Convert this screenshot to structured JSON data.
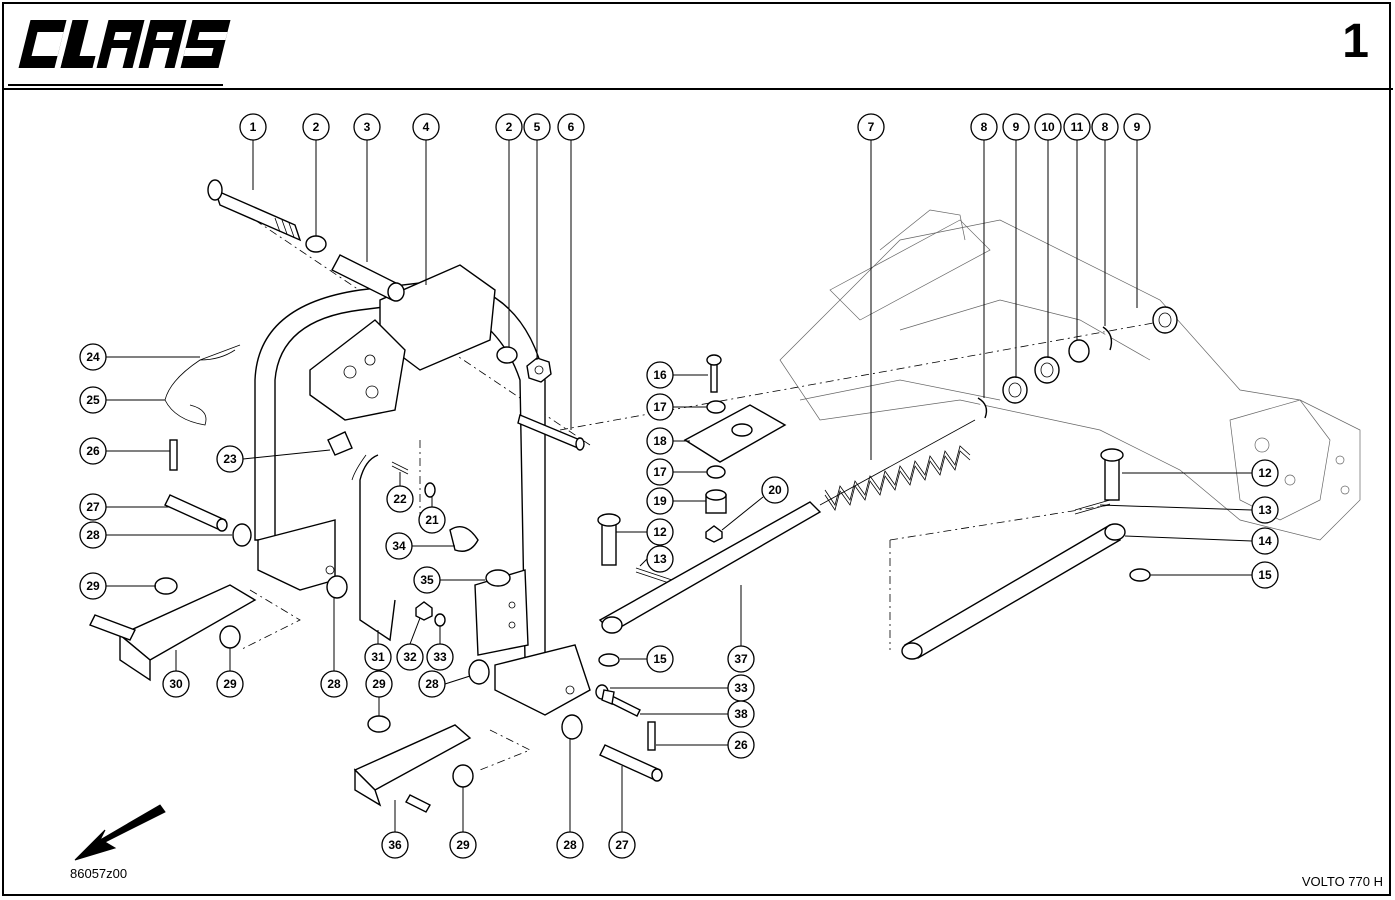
{
  "header": {
    "brand": "CLAAS",
    "page_number": "1"
  },
  "footer": {
    "drawing_code": "86057z00",
    "model": "VOLTO 770 H"
  },
  "callouts": [
    {
      "id": "c1",
      "label": "1"
    },
    {
      "id": "c2a",
      "label": "2"
    },
    {
      "id": "c3",
      "label": "3"
    },
    {
      "id": "c4",
      "label": "4"
    },
    {
      "id": "c2b",
      "label": "2"
    },
    {
      "id": "c5",
      "label": "5"
    },
    {
      "id": "c6",
      "label": "6"
    },
    {
      "id": "c7",
      "label": "7"
    },
    {
      "id": "c8a",
      "label": "8"
    },
    {
      "id": "c9a",
      "label": "9"
    },
    {
      "id": "c10",
      "label": "10"
    },
    {
      "id": "c11",
      "label": "11"
    },
    {
      "id": "c8b",
      "label": "8"
    },
    {
      "id": "c9b",
      "label": "9"
    },
    {
      "id": "c24",
      "label": "24"
    },
    {
      "id": "c25",
      "label": "25"
    },
    {
      "id": "c26a",
      "label": "26"
    },
    {
      "id": "c23",
      "label": "23"
    },
    {
      "id": "c27a",
      "label": "27"
    },
    {
      "id": "c28a",
      "label": "28"
    },
    {
      "id": "c22",
      "label": "22"
    },
    {
      "id": "c21",
      "label": "21"
    },
    {
      "id": "c34",
      "label": "34"
    },
    {
      "id": "c35",
      "label": "35"
    },
    {
      "id": "c29a",
      "label": "29"
    },
    {
      "id": "c30",
      "label": "30"
    },
    {
      "id": "c29b",
      "label": "29"
    },
    {
      "id": "c28b",
      "label": "28"
    },
    {
      "id": "c31",
      "label": "31"
    },
    {
      "id": "c32",
      "label": "32"
    },
    {
      "id": "c33a",
      "label": "33"
    },
    {
      "id": "c28c",
      "label": "28"
    },
    {
      "id": "c29c",
      "label": "29"
    },
    {
      "id": "c36",
      "label": "36"
    },
    {
      "id": "c29d",
      "label": "29"
    },
    {
      "id": "c28d",
      "label": "28"
    },
    {
      "id": "c27b",
      "label": "27"
    },
    {
      "id": "c16",
      "label": "16"
    },
    {
      "id": "c17a",
      "label": "17"
    },
    {
      "id": "c18",
      "label": "18"
    },
    {
      "id": "c17b",
      "label": "17"
    },
    {
      "id": "c19",
      "label": "19"
    },
    {
      "id": "c20",
      "label": "20"
    },
    {
      "id": "c12a",
      "label": "12"
    },
    {
      "id": "c13a",
      "label": "13"
    },
    {
      "id": "c15a",
      "label": "15"
    },
    {
      "id": "c37",
      "label": "37"
    },
    {
      "id": "c33b",
      "label": "33"
    },
    {
      "id": "c38",
      "label": "38"
    },
    {
      "id": "c26b",
      "label": "26"
    },
    {
      "id": "c12b",
      "label": "12"
    },
    {
      "id": "c13b",
      "label": "13"
    },
    {
      "id": "c14",
      "label": "14"
    },
    {
      "id": "c15b",
      "label": "15"
    }
  ]
}
